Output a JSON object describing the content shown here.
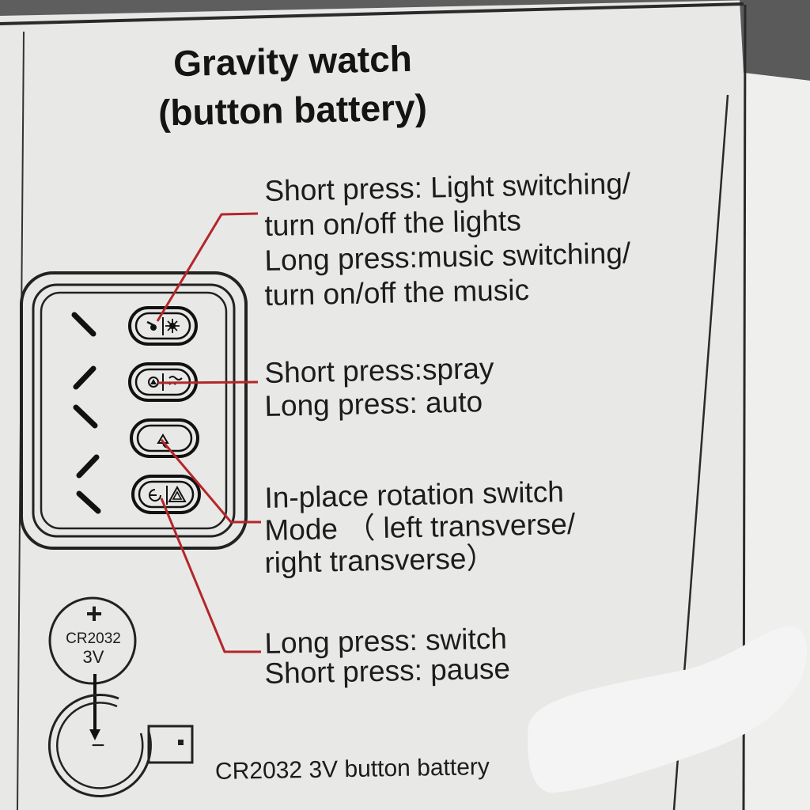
{
  "title": {
    "line1": "Gravity watch",
    "line2": "(button battery)"
  },
  "buttons": [
    {
      "lines": [
        "Short press: Light switching/",
        "turn on/off the lights",
        "Long press:music switching/",
        "turn on/off the music"
      ],
      "icon": "light-music-icon"
    },
    {
      "lines": [
        "Short press:spray",
        "Long press: auto"
      ],
      "icon": "spray-icon"
    },
    {
      "lines": [
        "In-place rotation switch",
        "Mode （ left transverse/",
        "right transverse）"
      ],
      "icon": "rotation-icon"
    },
    {
      "lines": [
        "Long press: switch",
        "Short press: pause"
      ],
      "icon": "mode-pause-icon"
    }
  ],
  "battery": {
    "plus": "+",
    "model": "CR2032",
    "voltage": "3V",
    "minus": "−",
    "caption": "CR2032 3V button battery"
  },
  "colors": {
    "paper": "#e9e9e7",
    "ink": "#1c1c1c",
    "leader": "#b3262a",
    "redaction": "#f4f4f4"
  }
}
